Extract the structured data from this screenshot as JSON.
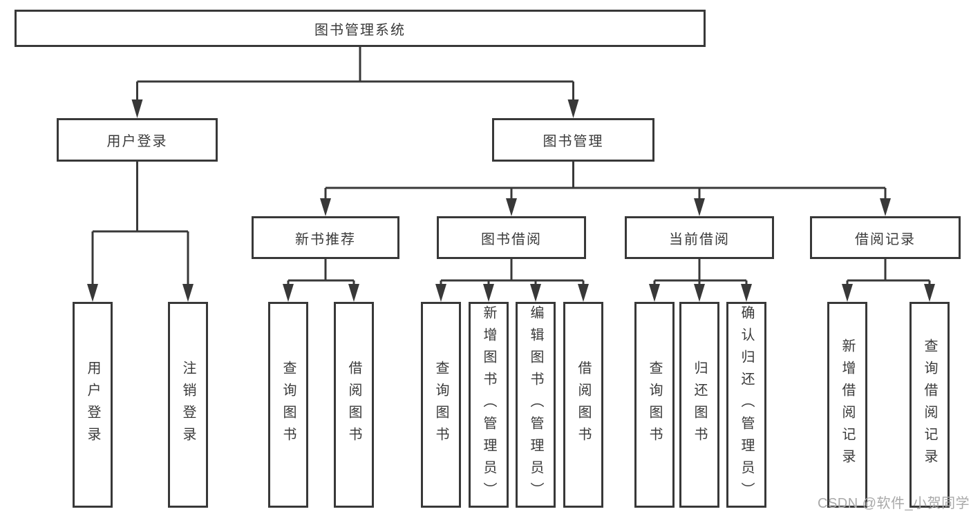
{
  "root": {
    "label": "图书管理系统"
  },
  "level2": [
    {
      "label": "用户登录",
      "children": [
        "用户登录",
        "注销登录"
      ]
    },
    {
      "label": "图书管理"
    }
  ],
  "level3": [
    {
      "label": "新书推荐",
      "children": [
        "查询图书",
        "借阅图书"
      ]
    },
    {
      "label": "图书借阅",
      "children": [
        "查询图书",
        "新增图书（管理员）",
        "编辑图书（管理员）",
        "借阅图书"
      ]
    },
    {
      "label": "当前借阅",
      "children": [
        "查询图书",
        "归还图书",
        "确认归还（管理员）"
      ]
    },
    {
      "label": "借阅记录",
      "children": [
        "新增借阅记录",
        "查询借阅记录"
      ]
    }
  ],
  "watermark": "CSDN @软件_小贺同学",
  "colors": {
    "line": "#383838",
    "text": "#3a3a3a",
    "box_background": "#ffffff",
    "watermark": "#a9a9a9",
    "page_background": "#ffffff"
  }
}
